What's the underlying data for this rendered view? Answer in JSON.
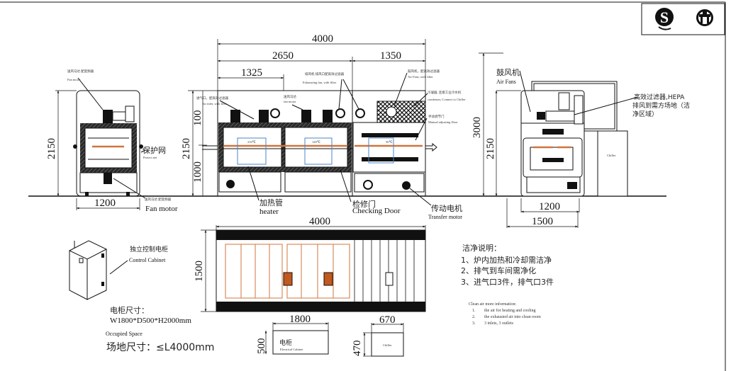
{
  "logos": {
    "left": "S",
    "right": "cert-mark"
  },
  "dimensions": {
    "total_length": "4000",
    "heating_length": "2650",
    "cooling_length": "1350",
    "zone_length": "1325",
    "height": "2150",
    "top_height": "100",
    "bottom_height": "1000",
    "overall_height": "3000",
    "left_width": "1200",
    "right_width": "1200",
    "right_outer_width": "1500",
    "plan_length": "4000",
    "plan_width": "1500",
    "cabinet_width": "1800",
    "cabinet_depth": "500",
    "chiller_width": "670",
    "chiller_depth": "470",
    "left_height": "2150",
    "right_height": "2150"
  },
  "zones": {
    "zone1_temp": "210℃",
    "zone2_temp": "120℃",
    "zone3_temp": "50℃"
  },
  "labels": {
    "fan_motor_cn_top": "送风马达 配变频器",
    "fan_motor_en_top": "Fan motor",
    "protect_net_cn": "保护网",
    "protect_net_en": "Protect net",
    "fan_motor_cn_bottom": "送风马达 配变频器",
    "fan_motor_en_bottom": "Fan motor",
    "air_inlet_cn": "进气口，配高效过滤器",
    "air_inlet_en": "Air inlet, with filter",
    "fan_motor2_cn": "送风马达",
    "fan_motor2_en": "fan motor",
    "exhaust_cn": "排风机 排风口配高效过滤器",
    "exhaust_en": "Exhausting fan, with filter",
    "air_fans_filter_cn": "鼓风机，配高效过滤器",
    "air_fans_filter_en": "Air Fans, with filter",
    "condenser_cn": "冷凝器, 连接工业冷水机",
    "condenser_en": "condenser, Connect to Chiller",
    "manual_door_cn": "手动调节门",
    "manual_door_en": "Manual adjusting Door",
    "heater_cn": "加热管",
    "heater_en": "heater",
    "checking_door_cn": "检修门",
    "checking_door_en": "Checking   Door",
    "transfer_motor_cn": "传动电机",
    "transfer_motor_en": "Transfer motor",
    "air_fans_cn": "鼓风机",
    "air_fans_en": "Air Fans",
    "hepa_line1": "高效过滤器,HEPA",
    "hepa_line2": "排风到需方场地（洁",
    "hepa_line3": "净区域）",
    "chiller": "Chiller",
    "control_cabinet_cn": "独立控制电柜",
    "control_cabinet_en": "Control Cabinet",
    "cabinet_size_title": "电柜尺寸：",
    "cabinet_size": "W1800*D500*H2000mm",
    "occupied_space_en": "Occupied Space",
    "occupied_space_cn": "场地尺寸：≤L4000mm",
    "electrical_cabinet_cn": "电柜",
    "electrical_cabinet_en": "Electrical Cabinet",
    "chiller_plan": "Chiller"
  },
  "notes": {
    "cn_title": "洁净说明：",
    "cn_items": [
      "1、炉内加热和冷却需洁净",
      "2、排气到车间需净化",
      "3、进气口3件，排气口3件"
    ],
    "en_title": "Clean air more information:",
    "en_items": [
      {
        "num": "1.",
        "text": "the air for heating and cooling"
      },
      {
        "num": "2.",
        "text": "the exhausted air into clean room"
      },
      {
        "num": "3.",
        "text": "3 inlets, 3 outlets"
      }
    ]
  },
  "colors": {
    "heater": "#d0743c",
    "zone_frame": "#4a86c8",
    "line": "#111111"
  }
}
